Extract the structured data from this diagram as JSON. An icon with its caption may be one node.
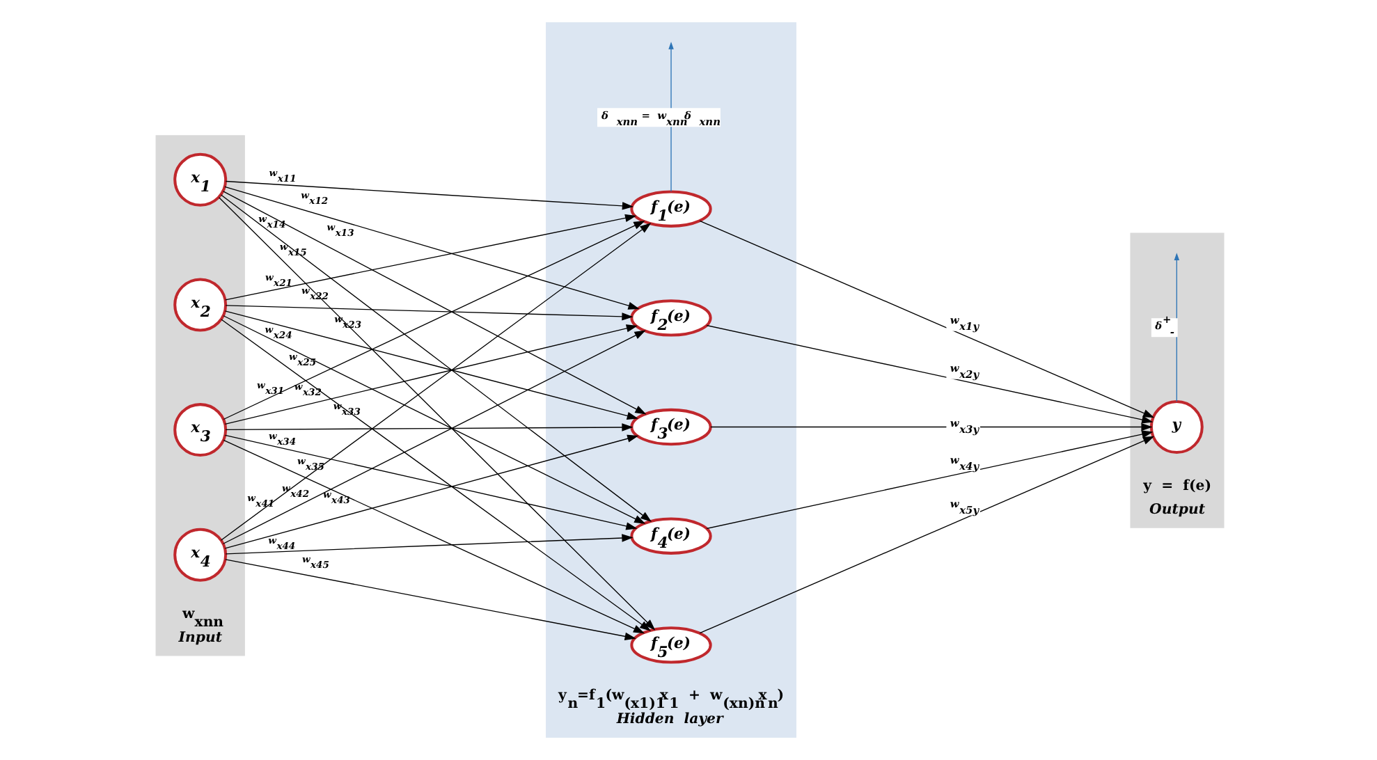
{
  "diagram": {
    "nodes": [
      {
        "text": [
          "w$_{xnn}$",
          "Input"
        ]
      },
      {
        "text": [
          "x$_{1}$"
        ],
        "in": 0
      },
      {
        "text": [
          "x$_{2}$"
        ],
        "in": 0
      },
      {
        "text": [
          "x$_{3}$"
        ],
        "in": 0
      },
      {
        "text": [
          "x$_{4}$"
        ],
        "in": 0
      },
      {
        "text": [
          "y$_{n}$=f$_{1}$(w$_{(x1)1}$x$_{1}$ + w$_{(xn)n}$x$_{n}$)",
          "Hidden layer"
        ]
      },
      {
        "text": [
          "f$_{1}$(e)"
        ],
        "in": 5
      },
      {
        "text": [
          "f$_{2}$(e)"
        ],
        "in": 5
      },
      {
        "text": [
          "f$_{3}$(e)"
        ],
        "in": 5
      },
      {
        "text": [
          "f$_{4}$(e)"
        ],
        "in": 5
      },
      {
        "text": [
          "f$_{5}$(e)"
        ],
        "in": 5
      },
      {
        "text": [
          "y = f(e)",
          "Output"
        ]
      },
      {
        "text": [
          "y"
        ],
        "in": 11
      }
    ],
    "edges": [
      {
        "from": 1,
        "to": 6,
        "arrow": "to",
        "label": "w$_{x11}$"
      },
      {
        "from": 1,
        "to": 7,
        "arrow": "to",
        "label": "w$_{x12}$"
      },
      {
        "from": 1,
        "to": 8,
        "arrow": "to",
        "label": "w$_{x13}$"
      },
      {
        "from": 1,
        "to": 9,
        "arrow": "to",
        "label": "w$_{x14}$"
      },
      {
        "from": 1,
        "to": 10,
        "arrow": "to",
        "label": "w$_{x15}$"
      },
      {
        "from": 2,
        "to": 6,
        "arrow": "to",
        "label": "w$_{x21}$"
      },
      {
        "from": 2,
        "to": 7,
        "arrow": "to",
        "label": "w$_{x22}$"
      },
      {
        "from": 2,
        "to": 8,
        "arrow": "to",
        "label": "w$_{x23}$"
      },
      {
        "from": 2,
        "to": 9,
        "arrow": "to",
        "label": "w$_{x24}$"
      },
      {
        "from": 2,
        "to": 10,
        "arrow": "to",
        "label": "w$_{x25}$"
      },
      {
        "from": 3,
        "to": 6,
        "arrow": "to",
        "label": "w$_{x31}$"
      },
      {
        "from": 3,
        "to": 7,
        "arrow": "to",
        "label": "w$_{x32}$"
      },
      {
        "from": 3,
        "to": 8,
        "arrow": "to",
        "label": "w$_{x33}$"
      },
      {
        "from": 3,
        "to": 9,
        "arrow": "to",
        "label": "w$_{x34}$"
      },
      {
        "from": 3,
        "to": 10,
        "arrow": "to",
        "label": "w$_{x35}$"
      },
      {
        "from": 4,
        "to": 6,
        "arrow": "to",
        "label": "w$_{x41}$"
      },
      {
        "from": 4,
        "to": 7,
        "arrow": "to",
        "label": "w$_{x42}$"
      },
      {
        "from": 4,
        "to": 8,
        "arrow": "to",
        "label": "w$_{x43}$"
      },
      {
        "from": 4,
        "to": 9,
        "arrow": "to",
        "label": "w$_{x44}$"
      },
      {
        "from": 4,
        "to": 10,
        "arrow": "to",
        "label": "w$_{x45}$"
      },
      {
        "from": 6,
        "to": 12,
        "arrow": "to",
        "label": "w$_{x1y}$"
      },
      {
        "from": 7,
        "to": 12,
        "arrow": "to",
        "label": "w$_{x2y}$"
      },
      {
        "from": 8,
        "to": 12,
        "arrow": "to",
        "label": "w$_{x3y}$"
      },
      {
        "from": 9,
        "to": 12,
        "arrow": "to",
        "label": "w$_{x4y}$"
      },
      {
        "from": 10,
        "to": 12,
        "arrow": "to",
        "label": "w$_{x5y}$"
      },
      {
        "from": 6,
        "to": null,
        "arrow": "to",
        "label": "δ $_{xnn}$ = w$_{xnn}$δ $_{xnn}$",
        "color": "#2e75b6"
      },
      {
        "from": 12,
        "to": null,
        "arrow": "to",
        "label": "δ$^{+}$$_{-}$",
        "color": "#2e75b6"
      }
    ]
  }
}
